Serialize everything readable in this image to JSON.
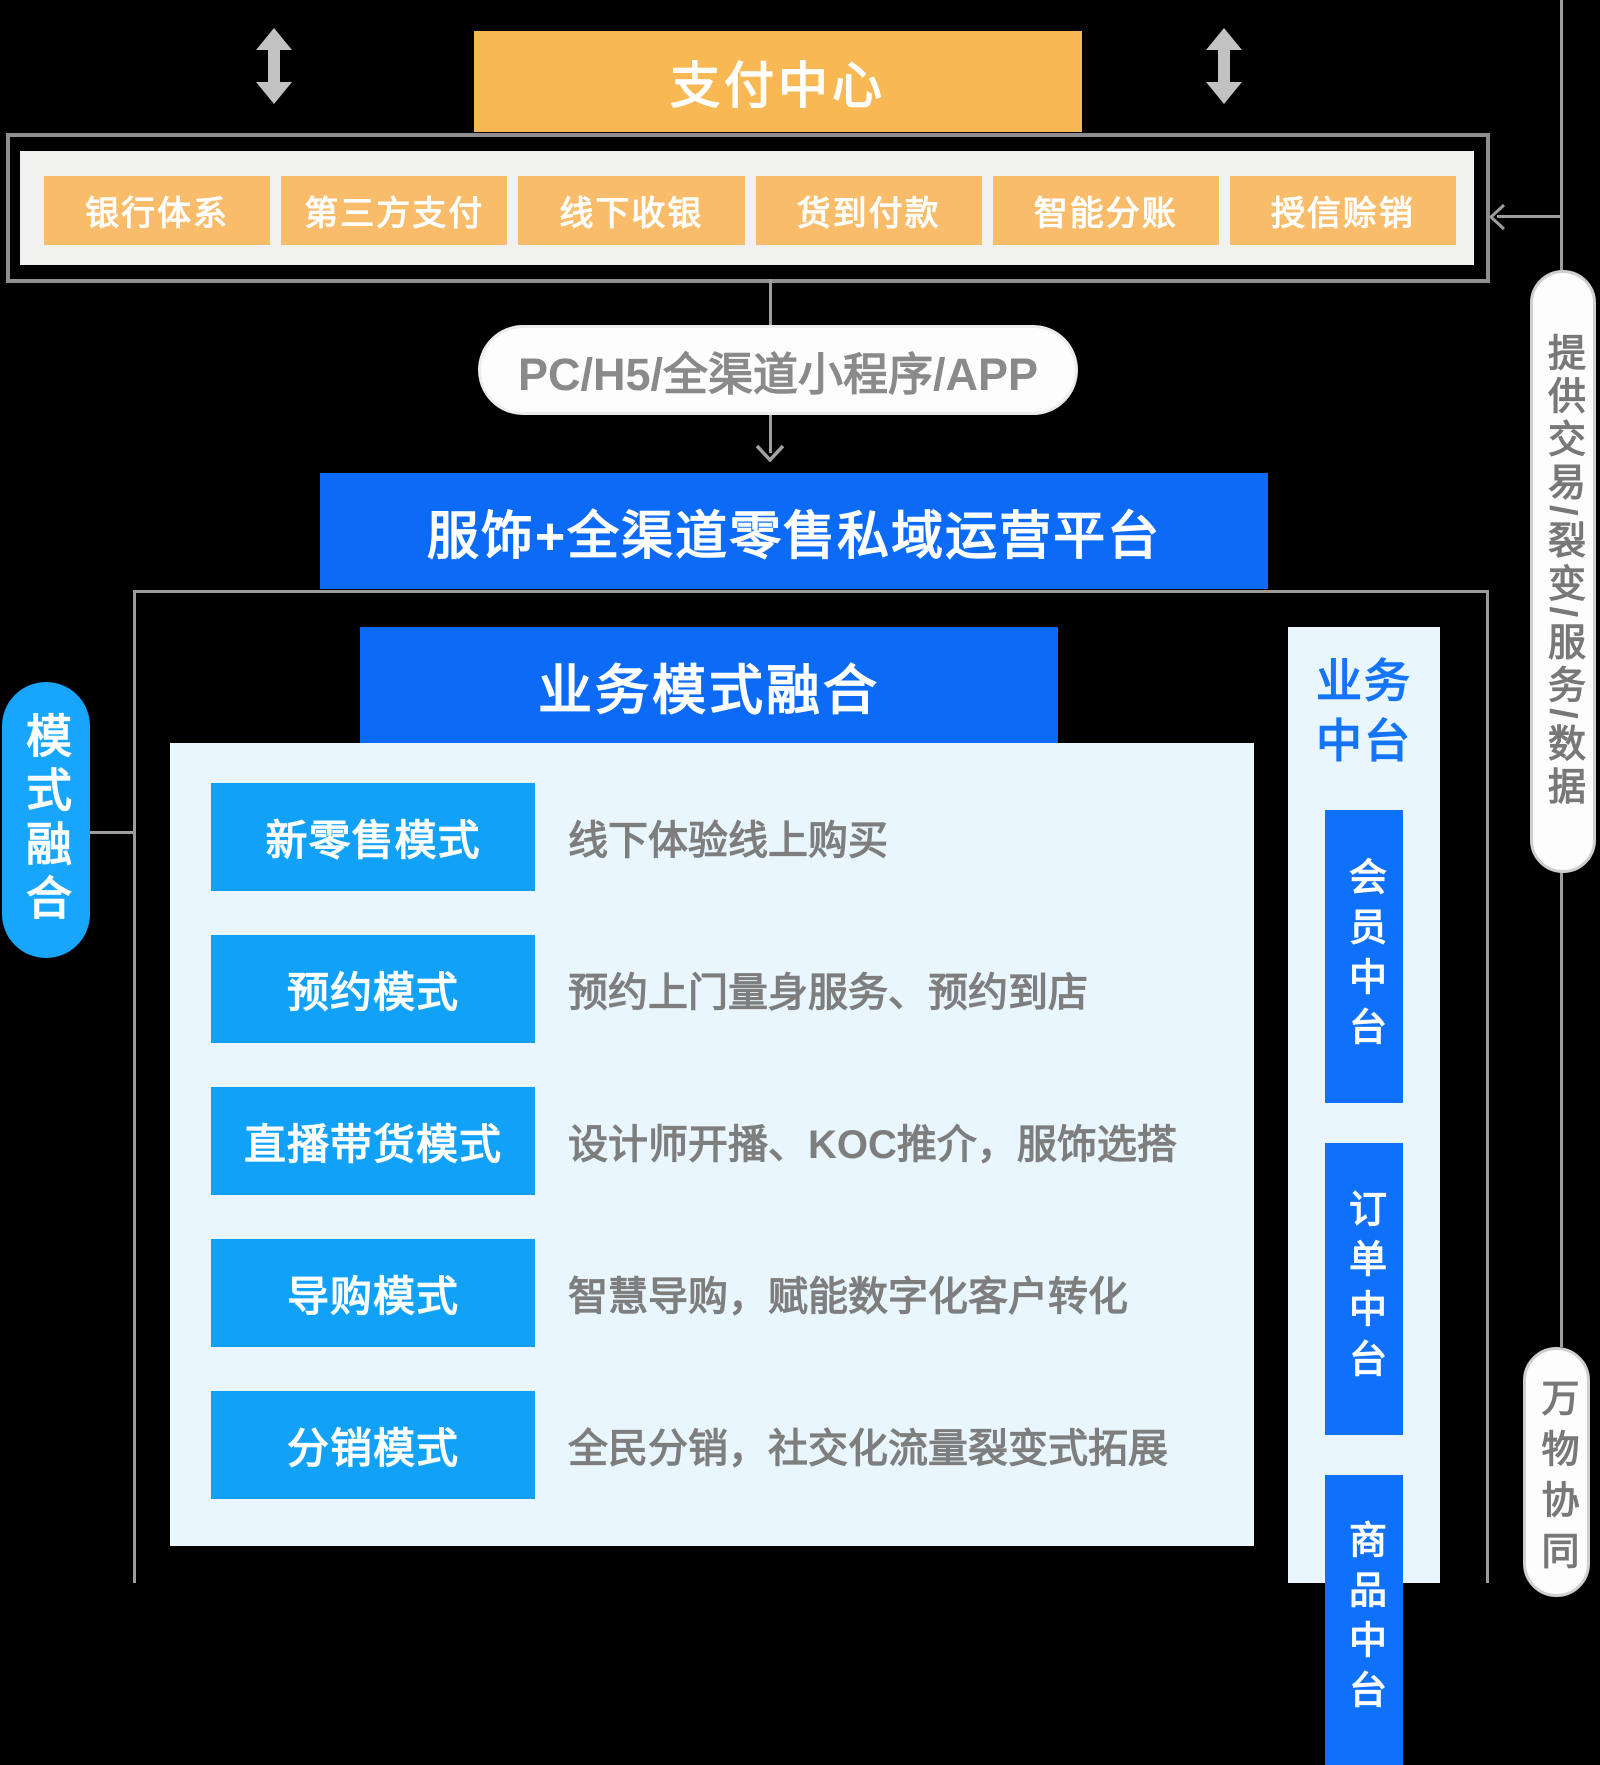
{
  "top": {
    "payment_center": "支付中心",
    "payment_methods": [
      "银行体系",
      "第三方支付",
      "线下收银",
      "货到付款",
      "智能分账",
      "授信赊销"
    ],
    "channel_pill": "PC/H5/全渠道小程序/APP",
    "platform_banner": "服饰+全渠道零售私域运营平台"
  },
  "left_rail": {
    "label": "模式融合"
  },
  "main": {
    "header": "业务模式融合",
    "modes": [
      {
        "name": "新零售模式",
        "desc": "线下体验线上购买"
      },
      {
        "name": "预约模式",
        "desc": "预约上门量身服务、预约到店"
      },
      {
        "name": "直播带货模式",
        "desc": "设计师开播、KOC推介，服饰选搭"
      },
      {
        "name": "导购模式",
        "desc": "智慧导购，赋能数字化客户转化"
      },
      {
        "name": "分销模式",
        "desc": "全民分销，社交化流量裂变式拓展"
      }
    ]
  },
  "middle_platform": {
    "label": "业务中台",
    "items": [
      "会员中台",
      "订单中台",
      "商品中台"
    ]
  },
  "right_rail": {
    "provide_pill": "提供交易/裂变/服务/数据",
    "synergy_pill": "万物协同"
  },
  "colors": {
    "orange_main": "#F8B954",
    "orange_chip": "#F8BC6A",
    "deep_blue": "#0B6BF7",
    "azure_chip": "#11A2F8",
    "azure_pill": "#18A6FD",
    "mid_chip_blue": "#0F70F9",
    "light_blue_panel": "#E9F6FE",
    "light_gray_panel": "#F1F1F0",
    "line_gray": "#9C9C9C"
  }
}
